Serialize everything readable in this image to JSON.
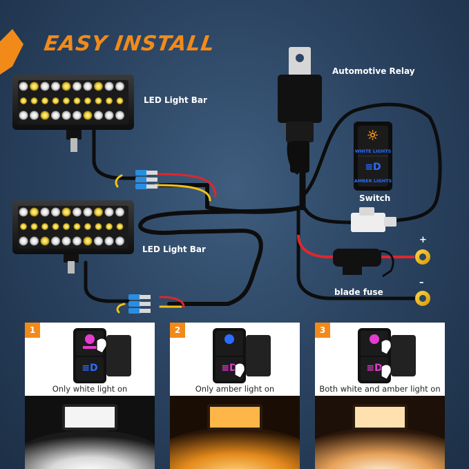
{
  "title": "EASY INSTALL",
  "labels": {
    "light_bar_top": "LED Light Bar",
    "light_bar_bottom": "LED Light Bar",
    "relay": "Automotive Relay",
    "switch": "Switch",
    "fuse": "blade fuse",
    "plus": "+",
    "minus": "–"
  },
  "switch_text": {
    "white": "WHITE LIGHTS",
    "amber": "AMBER LIGHTS"
  },
  "panels": [
    {
      "num": "1",
      "caption": "Only white light on"
    },
    {
      "num": "2",
      "caption": "Only amber light on"
    },
    {
      "num": "3",
      "caption": "Both white and amber light on"
    }
  ],
  "colors": {
    "accent": "#f28a1a",
    "background": "#2c4563",
    "wire_red": "#e0262c",
    "wire_yellow": "#f2c21a",
    "switch_blue": "#2a6cff",
    "switch_pink": "#e63bd0"
  }
}
